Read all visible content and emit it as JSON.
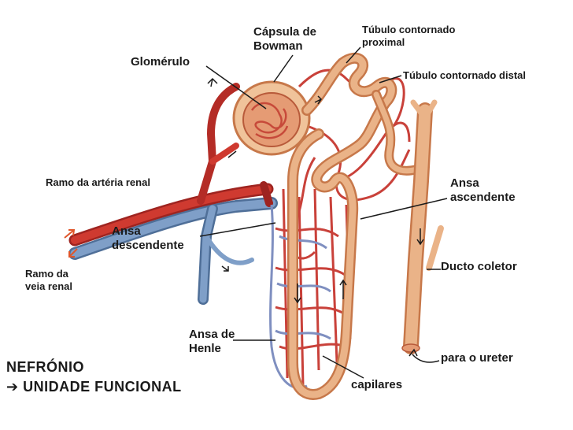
{
  "labels": {
    "capsula": [
      "Cápsula de",
      "Bowman"
    ],
    "tubulo_proximal": [
      "Túbulo contornado",
      "proximal"
    ],
    "glomerulo": "Glomérulo",
    "tubulo_distal": "Túbulo contornado distal",
    "ramo_arteria": "Ramo da artéria renal",
    "ansa_ascendente": [
      "Ansa",
      "ascendente"
    ],
    "ansa_descendente": [
      "Ansa",
      "descendente"
    ],
    "ducto_coletor": "Ducto coletor",
    "ramo_veia": [
      "Ramo da",
      "veia renal"
    ],
    "ansa_henle": [
      "Ansa de",
      "Henle"
    ],
    "para_ureter": "para o ureter",
    "capilares": "capilares"
  },
  "title": {
    "line1": "NEFRÓNIO",
    "line2": "➔ UNIDADE FUNCIONAL"
  },
  "colors": {
    "artery": "#c8342b",
    "vein": "#6f8fb8",
    "tubule": "#e7a777",
    "tubule_edge": "#c7784a",
    "arrow": "#1a1a1a",
    "flow_arrow": "#e0562a"
  }
}
